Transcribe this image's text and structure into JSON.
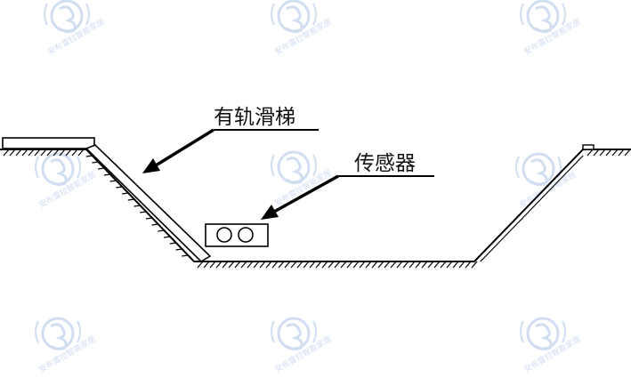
{
  "labels": {
    "slide": "有轨滑梯",
    "sensor": "传感器"
  },
  "colors": {
    "line": "#000000",
    "watermark": "#c9d8ef"
  },
  "watermark": {
    "text": "安布雷拉智能家居",
    "icon": "brand-logo-icon"
  }
}
